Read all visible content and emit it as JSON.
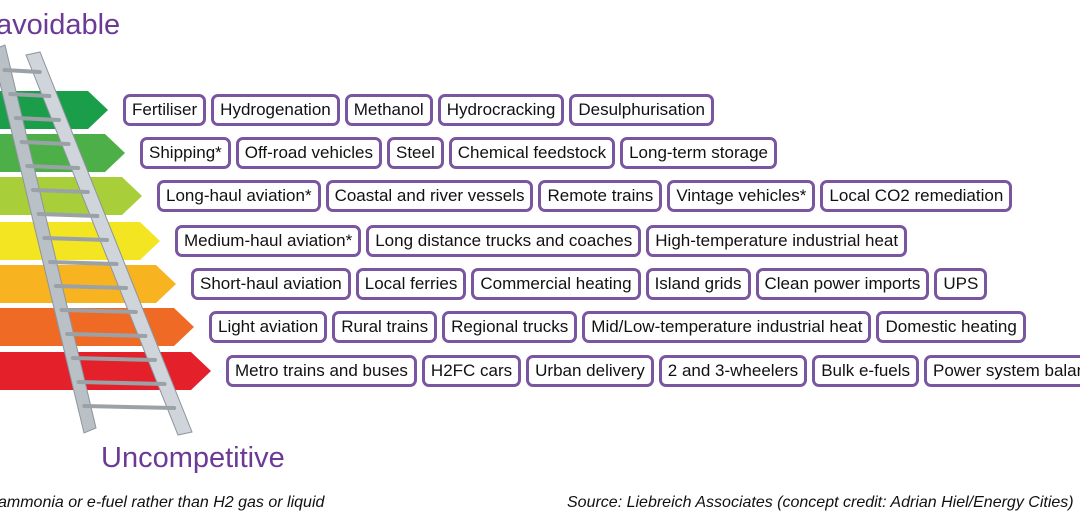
{
  "titles": {
    "top": "avoidable",
    "bottom": "Uncompetitive"
  },
  "rows": [
    {
      "color": "#1a9e4a",
      "items": [
        "Fertiliser",
        "Hydrogenation",
        "Methanol",
        "Hydrocracking",
        "Desulphurisation"
      ]
    },
    {
      "color": "#4caf47",
      "items": [
        "Shipping*",
        "Off-road vehicles",
        "Steel",
        "Chemical feedstock",
        "Long-term storage"
      ]
    },
    {
      "color": "#a8cf3a",
      "items": [
        "Long-haul aviation*",
        "Coastal and river vessels",
        "Remote trains",
        "Vintage vehicles*",
        "Local CO2 remediation"
      ]
    },
    {
      "color": "#f3e521",
      "items": [
        "Medium-haul aviation*",
        "Long distance trucks and coaches",
        "High-temperature industrial heat"
      ]
    },
    {
      "color": "#f7b420",
      "items": [
        "Short-haul aviation",
        "Local ferries",
        "Commercial heating",
        "Island grids",
        "Clean power imports",
        "UPS"
      ]
    },
    {
      "color": "#ef6b25",
      "items": [
        "Light aviation",
        "Rural trains",
        "Regional trucks",
        "Mid/Low-temperature industrial heat",
        "Domestic heating"
      ]
    },
    {
      "color": "#e4202b",
      "items": [
        "Metro trains and buses",
        "H2FC cars",
        "Urban delivery",
        "2 and 3-wheelers",
        "Bulk e-fuels",
        "Power system balancing"
      ]
    }
  ],
  "footer": {
    "note": "ammonia or e-fuel rather than H2 gas or liquid",
    "source": "Source: Liebreich Associates (concept credit: Adrian Hiel/Energy Cities)"
  }
}
